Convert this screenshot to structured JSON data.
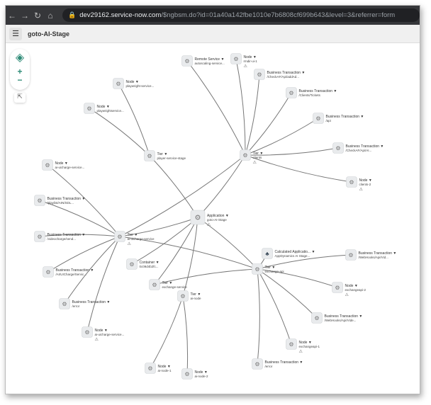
{
  "browser": {
    "url_host": "dev29162.service-now.com",
    "url_path": "/$ngbsm.do?id=01a40a142fbe1010e7b6808cf699b643&level=3&referrer=form"
  },
  "app": {
    "title": "goto-AI-Stage"
  },
  "controls": {
    "zoom_in": "+",
    "zoom_out": "−"
  },
  "colors": {
    "edge": "#777777",
    "node_bg": "#e9ebed",
    "accent": "#2e8b77"
  },
  "map": {
    "nodes": [
      {
        "id": "n1",
        "type": "Remote Service ▼",
        "name": "autoscaling-service...",
        "warn": false
      },
      {
        "id": "n2",
        "type": "Node ▼",
        "name": "rmdir-ui-1",
        "warn": true
      },
      {
        "id": "n3",
        "type": "Business Transaction ▼",
        "name": "/CheckAF/Api/addAd...",
        "warn": false
      },
      {
        "id": "n4",
        "type": "Business Transaction ▼",
        "name": "/Clients/Tickets",
        "warn": false
      },
      {
        "id": "n5",
        "type": "Business Transaction ▼",
        "name": "/api",
        "warn": false
      },
      {
        "id": "n6",
        "type": "Business Transaction ▼",
        "name": "/CheckAF/Api/AI...",
        "warn": false
      },
      {
        "id": "n7",
        "type": "Node ▼",
        "name": "clients-2",
        "warn": true
      },
      {
        "id": "n8",
        "type": "Tier ▼",
        "name": "clients",
        "warn": true
      },
      {
        "id": "n9",
        "type": "Node ▼",
        "name": "playwright-service...",
        "warn": false
      },
      {
        "id": "n10",
        "type": "Node ▼",
        "name": "playwrightservice...",
        "warn": false
      },
      {
        "id": "n11",
        "type": "Tier ▼",
        "name": "player-service-stage",
        "warn": false
      },
      {
        "id": "n12",
        "type": "Node ▼",
        "name": "ai-uicharge-service...",
        "warn": false
      },
      {
        "id": "n13",
        "type": "Business Transaction ▼",
        "name": "/playlist/AIN/SDL...",
        "warn": false
      },
      {
        "id": "n14",
        "type": "Business Transaction ▼",
        "name": "/videocharge/send...",
        "warn": false
      },
      {
        "id": "n15",
        "type": "Business Transaction ▼",
        "name": "/AI/UICharge/Servic...",
        "warn": false
      },
      {
        "id": "n16",
        "type": "Business Transaction ▼",
        "name": "/error",
        "warn": false
      },
      {
        "id": "n17",
        "type": "Node ▼",
        "name": "ai-uicharge-service...",
        "warn": true
      },
      {
        "id": "n18",
        "type": "Tier ▼",
        "name": "ai-uicharge-service",
        "warn": true
      },
      {
        "id": "n19",
        "type": "Application ▼",
        "name": "goto-AI-Stage",
        "warn": true,
        "main": true
      },
      {
        "id": "n20",
        "type": "Container ▼",
        "name": "0c09d4b2fc...",
        "warn": false
      },
      {
        "id": "n21",
        "type": "Tier ▼",
        "name": "exchange-service",
        "warn": false
      },
      {
        "id": "n22",
        "type": "Tier ▼",
        "name": "ai-node",
        "warn": false
      },
      {
        "id": "n23",
        "type": "Calculated Applicatio... ▼",
        "name": "AppDynamics AI Stage...",
        "warn": false,
        "calc": true
      },
      {
        "id": "n24",
        "type": "Tier ▼",
        "name": "exchange-api",
        "warn": false
      },
      {
        "id": "n25",
        "type": "Business Transaction ▼",
        "name": "/WebHooks/Api/Vid...",
        "warn": false
      },
      {
        "id": "n26",
        "type": "Node ▼",
        "name": "exchangeapi-2",
        "warn": true
      },
      {
        "id": "n27",
        "type": "Business Transaction ▼",
        "name": "/WebHooks/Api/Vide...",
        "warn": false
      },
      {
        "id": "n28",
        "type": "Node ▼",
        "name": "exchangeapi-1",
        "warn": true
      },
      {
        "id": "n29",
        "type": "Business Transaction ▼",
        "name": "/error",
        "warn": false
      },
      {
        "id": "n30",
        "type": "Node ▼",
        "name": "ai-node-1",
        "warn": false
      },
      {
        "id": "n31",
        "type": "Node ▼",
        "name": "ai-node-2",
        "warn": false
      }
    ],
    "edges": [
      [
        "n1",
        "n8"
      ],
      [
        "n2",
        "n8"
      ],
      [
        "n3",
        "n8"
      ],
      [
        "n4",
        "n8"
      ],
      [
        "n5",
        "n8"
      ],
      [
        "n6",
        "n8"
      ],
      [
        "n7",
        "n8"
      ],
      [
        "n9",
        "n11"
      ],
      [
        "n10",
        "n11"
      ],
      [
        "n11",
        "n19"
      ],
      [
        "n8",
        "n19"
      ],
      [
        "n8",
        "n18"
      ],
      [
        "n12",
        "n18"
      ],
      [
        "n13",
        "n18"
      ],
      [
        "n14",
        "n18"
      ],
      [
        "n15",
        "n18"
      ],
      [
        "n16",
        "n18"
      ],
      [
        "n17",
        "n18"
      ],
      [
        "n19",
        "n18"
      ],
      [
        "n19",
        "n20"
      ],
      [
        "n19",
        "n21"
      ],
      [
        "n19",
        "n22"
      ],
      [
        "n19",
        "n24"
      ],
      [
        "n18",
        "n24"
      ],
      [
        "n23",
        "n24"
      ],
      [
        "n21",
        "n24"
      ],
      [
        "n24",
        "n25"
      ],
      [
        "n24",
        "n26"
      ],
      [
        "n24",
        "n27"
      ],
      [
        "n24",
        "n28"
      ],
      [
        "n24",
        "n29"
      ],
      [
        "n22",
        "n30"
      ],
      [
        "n22",
        "n31"
      ]
    ]
  }
}
